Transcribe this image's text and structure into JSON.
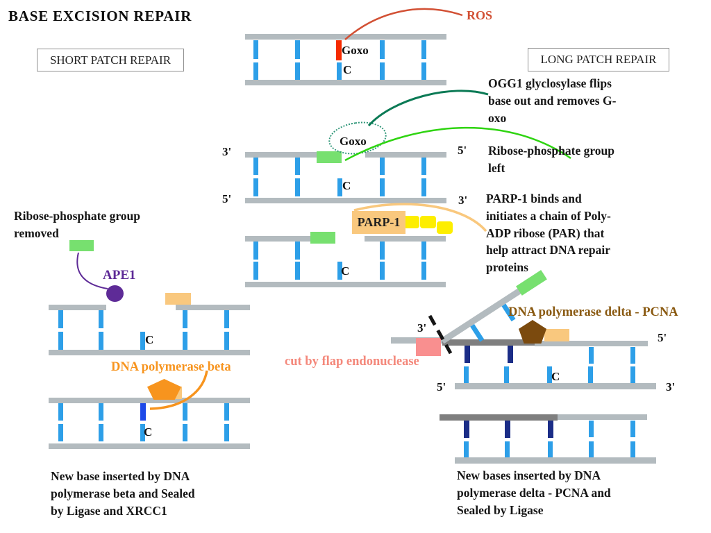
{
  "title": "BASE EXCISION REPAIR",
  "section_boxes": {
    "short_patch": "SHORT PATCH REPAIR",
    "long_patch": "LONG PATCH REPAIR"
  },
  "labels": {
    "ros": "ROS",
    "goxo_top": "Goxo",
    "goxo_flipped": "Goxo",
    "base_c": "C",
    "parp1": "PARP-1",
    "ape1": "APE1",
    "pol_beta": "DNA polymerase beta",
    "pol_delta": "DNA polymerase delta - PCNA",
    "cut_flap": "cut by flap endonuclease",
    "prime3": "3'",
    "prime5": "5'"
  },
  "paragraphs": {
    "ogg1": [
      "OGG1 glyclosylase flips",
      "base out and removes G-",
      "oxo"
    ],
    "ribose_left": [
      "Ribose-phosphate group",
      "left"
    ],
    "parp": [
      "PARP-1 binds and",
      "initiates a chain of Poly-",
      "ADP ribose (PAR) that",
      "help attract DNA repair",
      "proteins"
    ],
    "ribose_removed": [
      "Ribose-phosphate group",
      "removed"
    ],
    "caption_short": [
      "New base inserted by DNA",
      "polymerase beta and Sealed",
      "by Ligase and XRCC1"
    ],
    "caption_long": [
      "New bases inserted by DNA",
      "polymerase delta - PCNA and",
      "Sealed by Ligase"
    ]
  },
  "colors": {
    "strand_gray": "#b3bbbf",
    "strand_dark": "#7f7f7f",
    "rung_blue": "#2d9fe8",
    "rung_navy": "#1b2d87",
    "rung_royal": "#1d49e8",
    "rung_red": "#f52a00",
    "ribose_green": "#77e06f",
    "par_yellow": "#fdee00",
    "protein_tan": "#f9c87e",
    "flap_pink": "#f98f8f",
    "polymerase_orange": "#f7941e",
    "polymerase_brown": "#7b4a0e",
    "brown_text": "#8a5a12",
    "ros_red": "#d25034",
    "salmon_text": "#f4887b",
    "ape1_purple": "#5e2b97",
    "green_curve": "#2fd411",
    "ogg1_green": "#0b7a55",
    "ellipse_teal": "#2f9678",
    "box_border": "#8f8f8f",
    "text_dark": "#161616"
  }
}
